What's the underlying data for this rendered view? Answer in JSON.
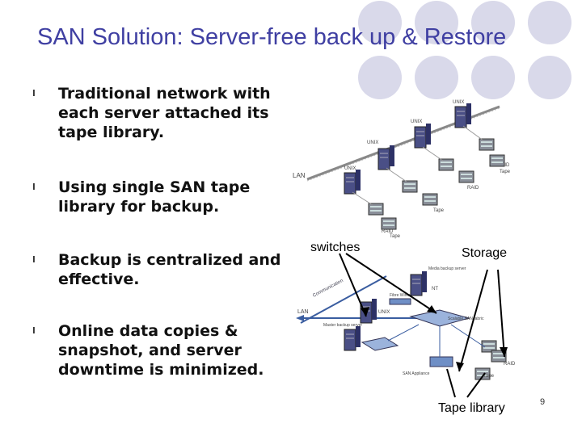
{
  "slide": {
    "title": "SAN Solution: Server-free back up & Restore",
    "bullet_marker": "l",
    "bullets": [
      "Traditional network with each server attached its tape library.",
      "Using single SAN tape library for backup.",
      "Backup is centralized and effective.",
      "Online data copies & snapshot, and server downtime is minimized."
    ],
    "page_number": "9"
  },
  "diagram": {
    "top": {
      "lan": "LAN",
      "unix": "UNIX",
      "raid": "RAID",
      "tape": "Tape"
    },
    "bottom": {
      "lan": "LAN",
      "unix": "UNIX",
      "nt": "NT",
      "raid": "RAID",
      "tape": "Tape",
      "media_backup": "Media backup server",
      "master_backup": "Master backup server",
      "san_appliance": "SAN Appliance",
      "fibre": "Fibre Wires",
      "scalable": "Scalable SAN fabric",
      "comm": "Communication"
    },
    "labels": {
      "switches": "switches",
      "storage": "Storage",
      "tape_library": "Tape library"
    }
  }
}
